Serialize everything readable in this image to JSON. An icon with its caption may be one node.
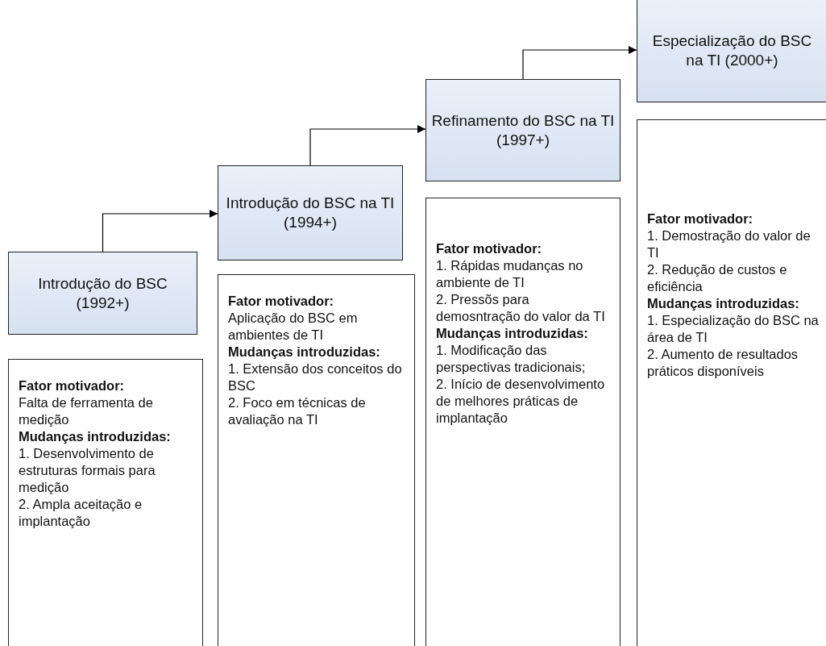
{
  "diagram": {
    "nodes": [
      {
        "text": [
          "Introdução do BSC (1992+)"
        ]
      },
      {
        "text": [
          "Fator motivador:",
          "Falta de ferramenta de medição",
          "Mudanças introduzidas:",
          "1. Desenvolvimento de estruturas formais para medição",
          "2. Ampla aceitação e implantação"
        ]
      },
      {
        "text": [
          "Introdução do BSC na TI (1994+)"
        ]
      },
      {
        "text": [
          "Fator motivador:",
          "Aplicação do BSC em ambientes de TI",
          "Mudanças introduzidas:",
          "1. Extensão dos conceitos do BSC",
          "2. Foco em técnicas de avaliação na TI"
        ]
      },
      {
        "text": [
          "Refinamento do BSC na TI (1997+)"
        ]
      },
      {
        "text": [
          "Fator motivador:",
          "1. Rápidas mudanças no ambiente de TI",
          "2. Pressõs para demosntração do valor da TI",
          "Mudanças introduzidas:",
          "1. Modificação das perspectivas tradicionais;",
          "2. Início de desenvolvimento de melhores práticas de implantação"
        ]
      },
      {
        "text": [
          "Especialização do BSC na TI (2000+)"
        ]
      },
      {
        "text": [
          "Fator motivador:",
          "1. Demostração do valor de TI",
          "2. Redução de custos e eficiência",
          "Mudanças introduzidas:",
          "1. Especialização do BSC na área de TI",
          "2. Aumento de resultados práticos disponíveis"
        ]
      }
    ],
    "edges": [
      {
        "from": 0,
        "to": 2,
        "arrow": "to"
      },
      {
        "from": 2,
        "to": 4,
        "arrow": "to"
      },
      {
        "from": 4,
        "to": 6,
        "arrow": "to"
      }
    ]
  }
}
